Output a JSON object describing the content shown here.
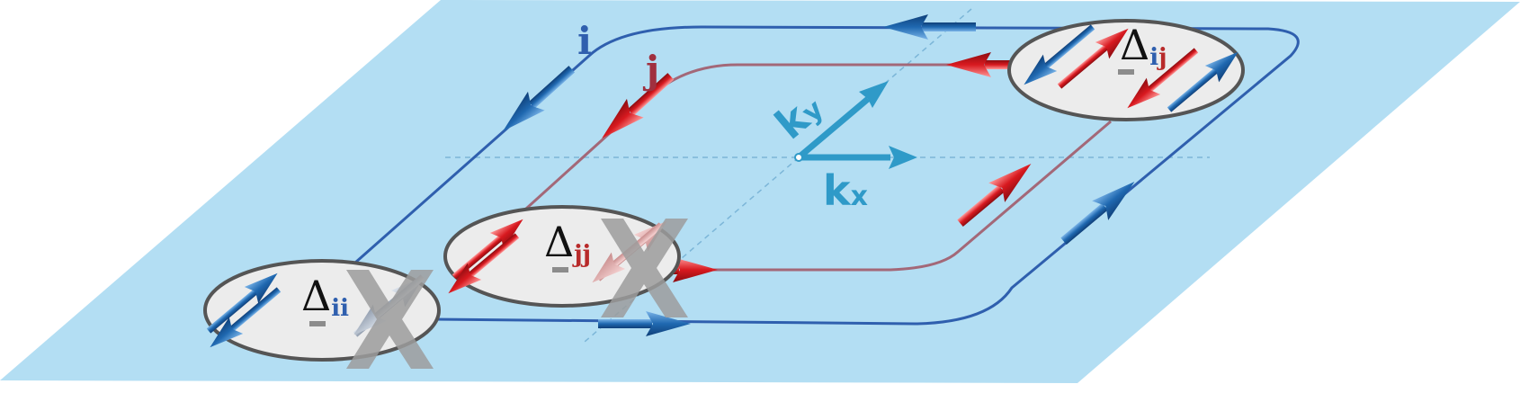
{
  "colors": {
    "plane": "#b3def3",
    "plane_line": "#7cb6d8",
    "band_i": "#2f5fae",
    "band_j": "#a36878",
    "spin_blue": "#1f68b0",
    "spin_red": "#d8191f",
    "axis": "#2f9ac8",
    "ellipse_fill": "#ececec",
    "ellipse_stroke": "#555555",
    "cross": "#9c9c9c"
  },
  "bands": {
    "outer_label": "i",
    "inner_label": "j"
  },
  "axes": {
    "kx_main": "k",
    "kx_sub": "x",
    "ky_main": "k",
    "ky_sub": "y"
  },
  "pairings": [
    {
      "symbol": "Δ",
      "subscript": "ii",
      "suppressed": true
    },
    {
      "symbol": "Δ",
      "subscript": "jj",
      "suppressed": true
    },
    {
      "symbol": "Δ",
      "subscript_first": "i",
      "subscript_second": "j",
      "suppressed": false
    }
  ],
  "icons": {
    "suppression_mark": "cross-x-icon",
    "spin": "spin-arrow-icon"
  }
}
